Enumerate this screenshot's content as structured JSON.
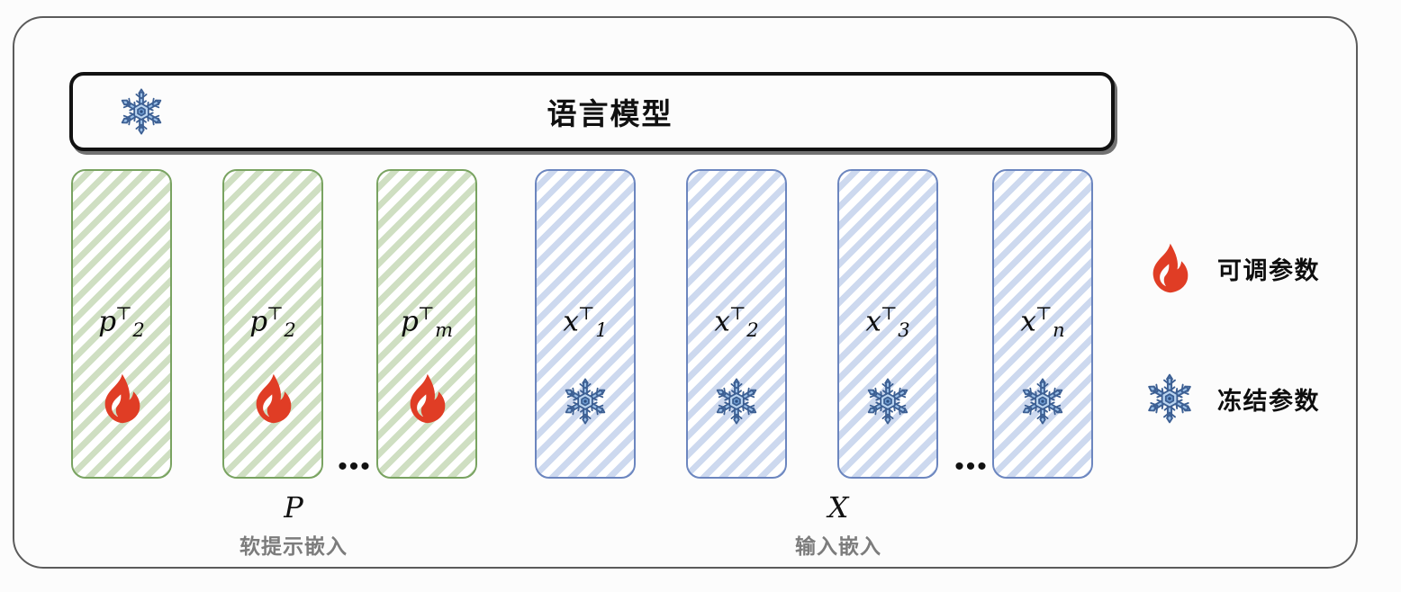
{
  "diagram": {
    "title": "语言模型",
    "title_icon": "snowflake-icon",
    "prompt_blocks": [
      {
        "base": "p",
        "sub": "2",
        "sup": "⊤",
        "icon": "fire-icon",
        "kind": "tunable"
      },
      {
        "base": "p",
        "sub": "2",
        "sup": "⊤",
        "icon": "fire-icon",
        "kind": "tunable"
      },
      {
        "base": "p",
        "sub": "m",
        "sup": "⊤",
        "icon": "fire-icon",
        "kind": "tunable"
      }
    ],
    "input_blocks": [
      {
        "base": "x",
        "sub": "1",
        "sup": "⊤",
        "icon": "snowflake-icon",
        "kind": "frozen"
      },
      {
        "base": "x",
        "sub": "2",
        "sup": "⊤",
        "icon": "snowflake-icon",
        "kind": "frozen"
      },
      {
        "base": "x",
        "sub": "3",
        "sup": "⊤",
        "icon": "snowflake-icon",
        "kind": "frozen"
      },
      {
        "base": "x",
        "sub": "n",
        "sup": "⊤",
        "icon": "snowflake-icon",
        "kind": "frozen"
      }
    ],
    "ellipsis": "•••",
    "groups": {
      "prompt": {
        "symbol": "P",
        "caption": "软提示嵌入"
      },
      "input": {
        "symbol": "X",
        "caption": "输入嵌入"
      }
    },
    "legend": [
      {
        "icon": "fire-icon",
        "label": "可调参数"
      },
      {
        "icon": "snowflake-icon",
        "label": "冻结参数"
      }
    ],
    "colors": {
      "tunable_border": "#79a361",
      "tunable_hatch": "#cfdfc2",
      "frozen_border": "#6c86bf",
      "frozen_hatch": "#cdd9ef",
      "fire": "#e03d25",
      "snowflake": "#9dc1e8",
      "snowflake_outline": "#3c5f93",
      "frame": "#5b5b5b",
      "lm_border": "#121212"
    }
  }
}
